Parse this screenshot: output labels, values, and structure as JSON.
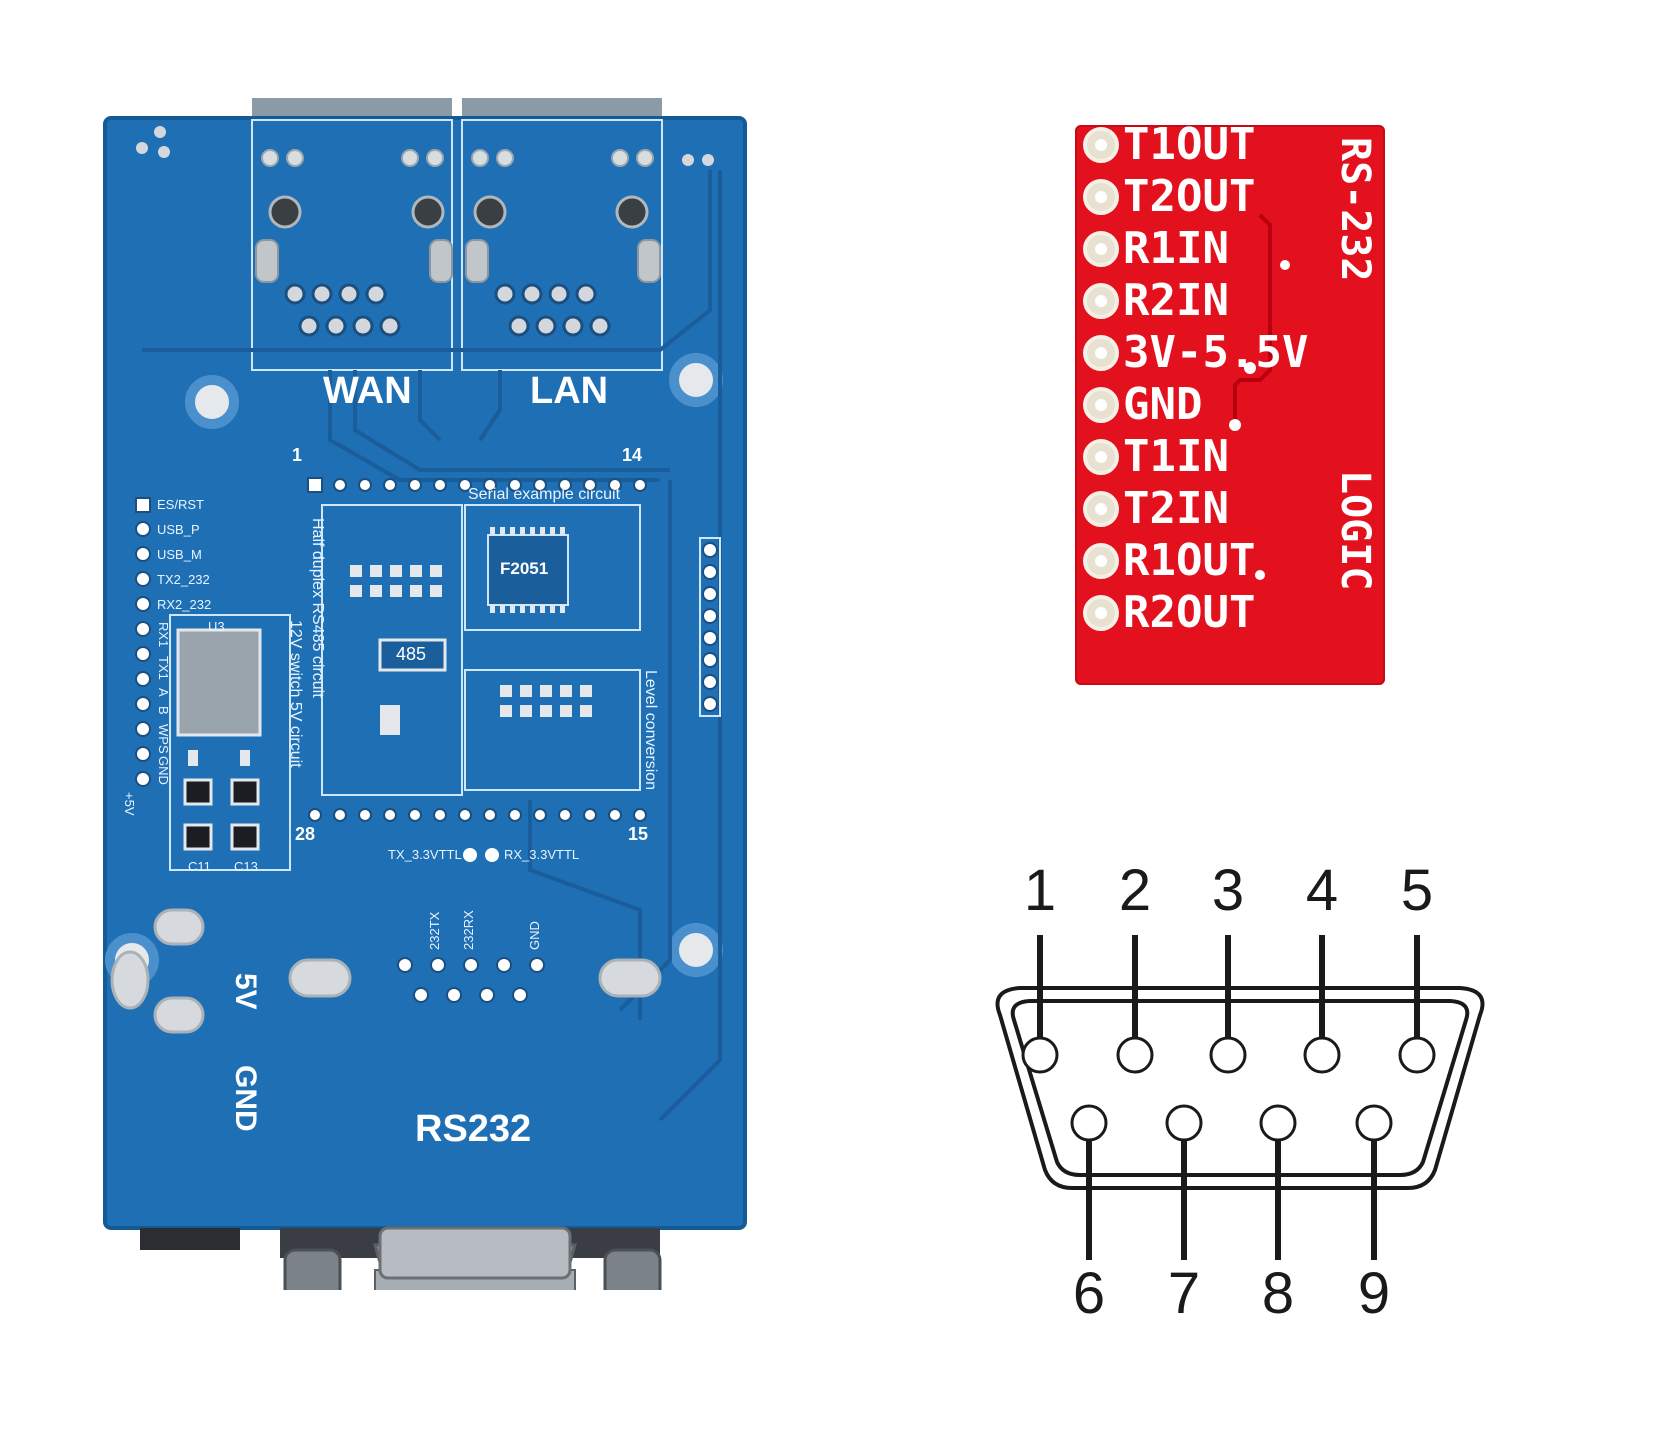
{
  "pcb": {
    "wan_label": "WAN",
    "lan_label": "LAN",
    "rs232_label": "RS232",
    "power_5v_label": "5V",
    "power_gnd_label": "GND",
    "chip_label": "F2051",
    "chip_485_label": "485",
    "serial_example": "Serial example circuit",
    "half_duplex": "Half duplex RS485 circuit",
    "switch_circuit": "12V switch 5V circuit",
    "level_conversion": "Level conversion",
    "tx_ttl": "TX_3.3VTTL",
    "rx_ttl": "RX_3.3VTTL",
    "pin_1": "1",
    "pin_14": "14",
    "pin_15": "15",
    "pin_28": "28",
    "u3": "U3",
    "j2_pins": [
      "ES/RST",
      "USB_P",
      "USB_M",
      "TX2_232",
      "RX2_232",
      "RX1",
      "TX1",
      "A",
      "B",
      "WPS",
      "GND",
      "+5V"
    ],
    "rs232_pins": [
      "232TX",
      "232RX",
      "GND"
    ],
    "c11": "C11",
    "c13": "C13"
  },
  "rs_board": {
    "pins": [
      "T1OUT",
      "T2OUT",
      "R1IN",
      "R2IN",
      "3V-5.5V",
      "GND",
      "T1IN",
      "T2IN",
      "R1OUT",
      "R2OUT"
    ],
    "title": "RS-232",
    "logic": "LOGIC",
    "color": "#e3101e"
  },
  "db9": {
    "top_pins": [
      "1",
      "2",
      "3",
      "4",
      "5"
    ],
    "bottom_pins": [
      "6",
      "7",
      "8",
      "9"
    ]
  }
}
